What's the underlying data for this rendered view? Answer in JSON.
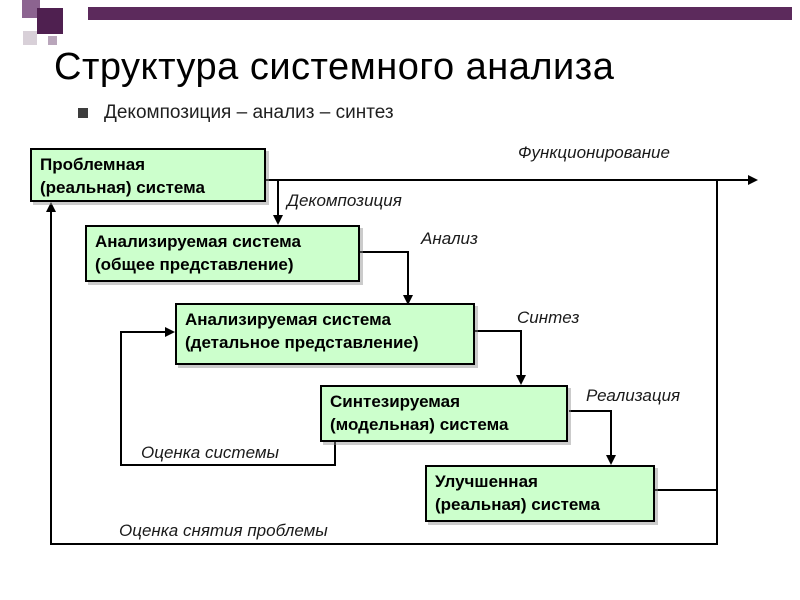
{
  "slide": {
    "title": "Структура системного анализа",
    "bullet": "Декомпозиция – анализ – синтез"
  },
  "diagram": {
    "boxes": [
      {
        "id": "problem-system",
        "line1": "Проблемная",
        "line2": "(реальная) система"
      },
      {
        "id": "analyzed-system-general",
        "line1": "Анализируемая система",
        "line2": "(общее представление)"
      },
      {
        "id": "analyzed-system-detailed",
        "line1": "Анализируемая система",
        "line2": "(детальное представление)"
      },
      {
        "id": "synthesized-system",
        "line1": "Синтезируемая",
        "line2": "(модельная) система"
      },
      {
        "id": "improved-system",
        "line1": "Улучшенная",
        "line2": "(реальная) система"
      }
    ],
    "labels": {
      "functioning": "Функционирование",
      "decomposition": "Декомпозиция",
      "analysis": "Анализ",
      "synthesis": "Синтез",
      "realization": "Реализация",
      "system_evaluation": "Оценка системы",
      "problem_removal_evaluation": "Оценка снятия проблемы"
    },
    "colors": {
      "box_fill": "#ccffcc",
      "box_border": "#000000",
      "line": "#000000",
      "accent_bar": "#5c2a5c"
    }
  }
}
